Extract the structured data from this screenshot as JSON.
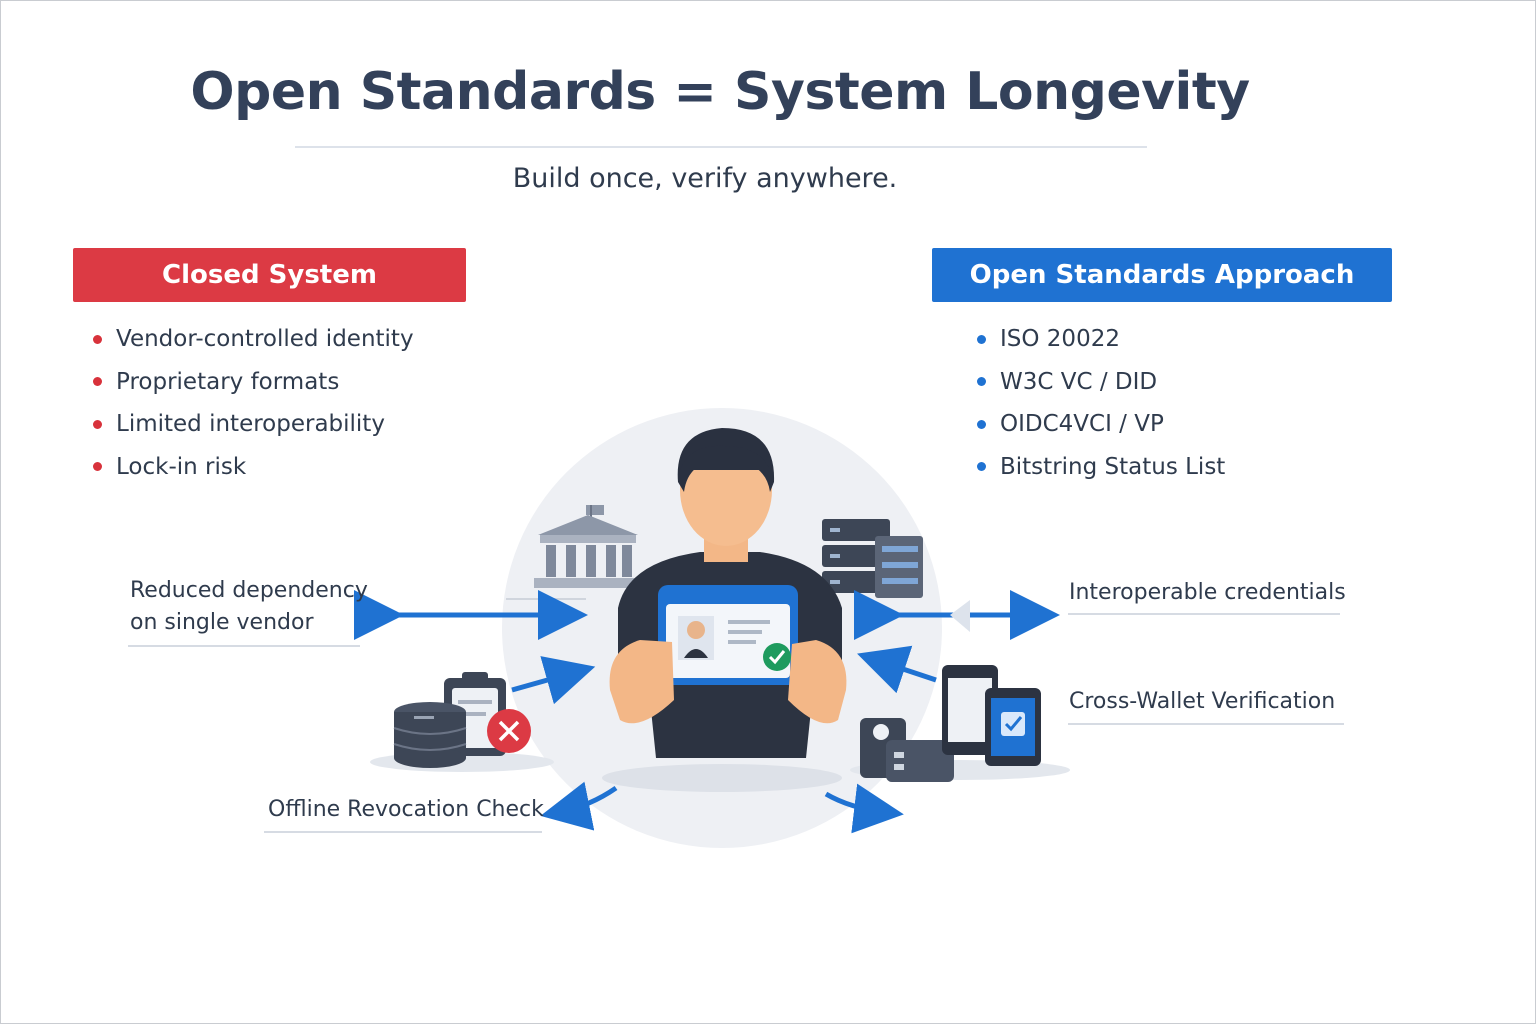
{
  "title": "Open Standards = System Longevity",
  "subtitle": "Build once, verify anywhere.",
  "closed": {
    "header": "Closed System",
    "items": [
      "Vendor-controlled identity",
      "Proprietary formats",
      "Limited interoperability",
      "Lock-in risk"
    ]
  },
  "open": {
    "header": "Open Standards Approach",
    "items": [
      "ISO 20022",
      "W3C VC / DID",
      "OIDC4VCI / VP",
      "Bitstring Status List"
    ]
  },
  "labels": {
    "reduced_dependency_line1": "Reduced dependency",
    "reduced_dependency_line2": "on single vendor",
    "interoperable": "Interoperable credentials",
    "cross_wallet": "Cross-Wallet Verification",
    "offline_revocation": "Offline Revocation Check"
  },
  "colors": {
    "closed_accent": "#dc3a44",
    "open_accent": "#1f72d2",
    "arrow": "#1f72d2",
    "check": "#1e9b5e"
  },
  "icons": [
    "bank-icon",
    "server-stack-icon",
    "database-icon",
    "clipboard-icon",
    "error-x-icon",
    "smartphone-icon",
    "tablet-check-icon",
    "card-reader-icon",
    "id-card-icon",
    "checkmark-badge-icon"
  ]
}
